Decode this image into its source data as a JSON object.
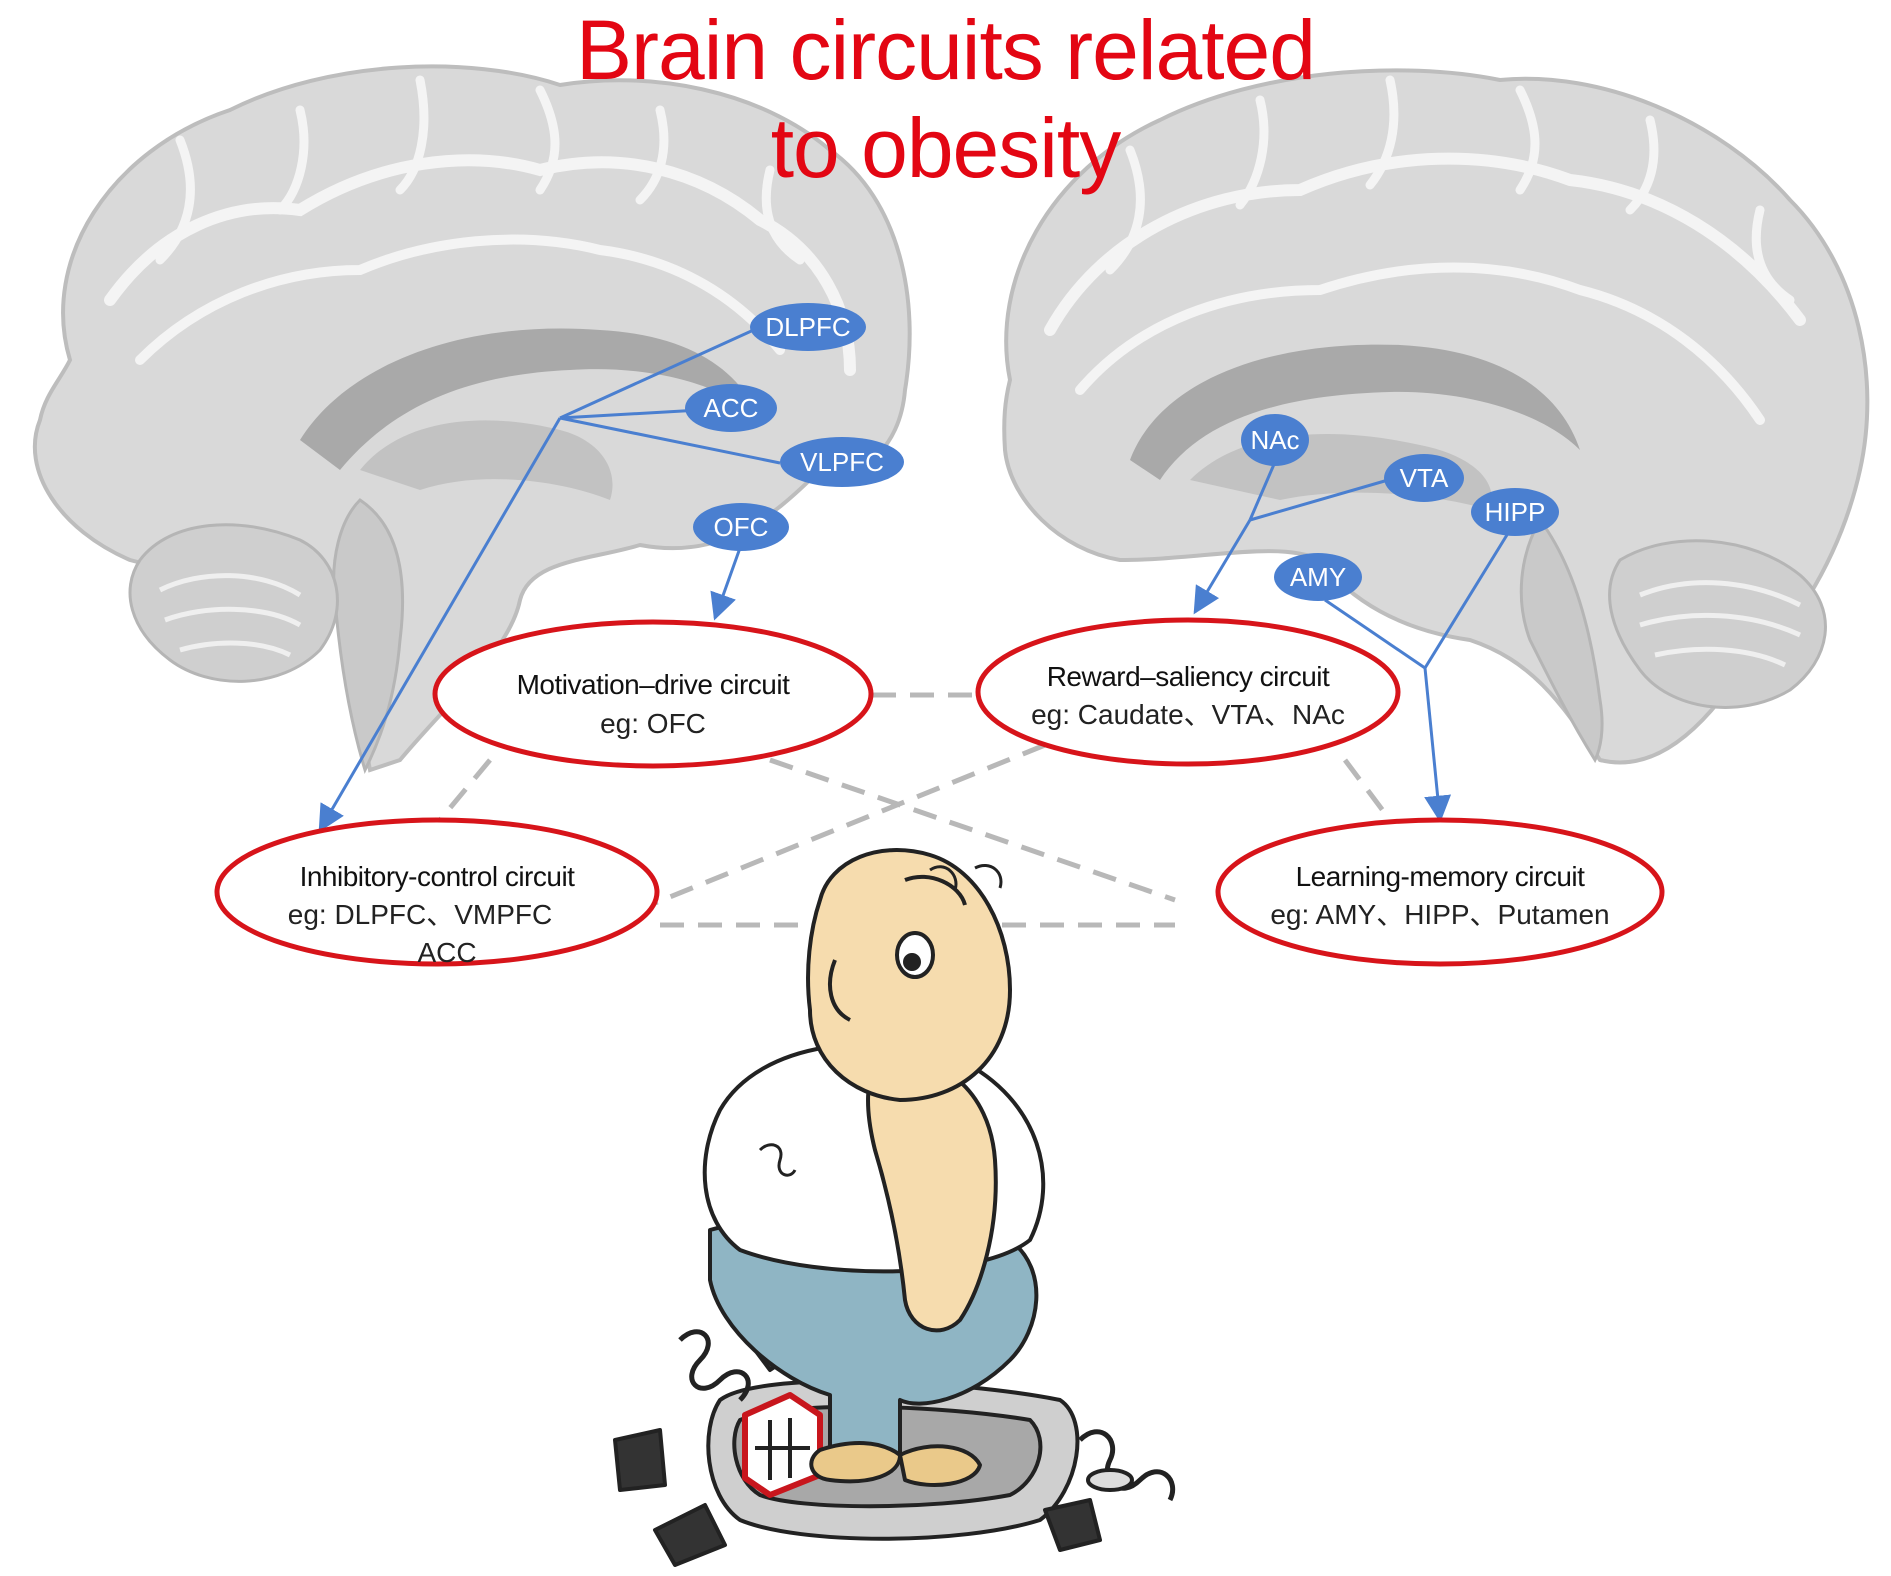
{
  "title": {
    "line1": "Brain circuits related",
    "line2": "to obesity"
  },
  "colors": {
    "title": "#e30613",
    "ellipse_stroke": "#d7141a",
    "region_fill": "#4a7fd0",
    "arrow": "#4a7fd0",
    "dashed": "#b8b8b8",
    "brain": "#d9d9d9"
  },
  "regions": {
    "dlpfc": "DLPFC",
    "acc": "ACC",
    "vlpfc": "VLPFC",
    "ofc": "OFC",
    "nac": "NAc",
    "vta": "VTA",
    "hipp": "HIPP",
    "amy": "AMY"
  },
  "circuits": {
    "motivation": {
      "name": "Motivation–drive circuit",
      "examples": "eg: OFC"
    },
    "reward": {
      "name": "Reward–saliency circuit",
      "examples": "eg: Caudate、VTA、NAc"
    },
    "inhibitory": {
      "name": "Inhibitory-control circuit",
      "examples": "eg: DLPFC、VMPFC",
      "examples2": "ACC"
    },
    "learning": {
      "name": "Learning-memory circuit",
      "examples": "eg: AMY、HIPP、Putamen"
    }
  },
  "icons": [
    "left-brain-icon",
    "right-brain-icon",
    "obese-man-on-scale-icon"
  ]
}
